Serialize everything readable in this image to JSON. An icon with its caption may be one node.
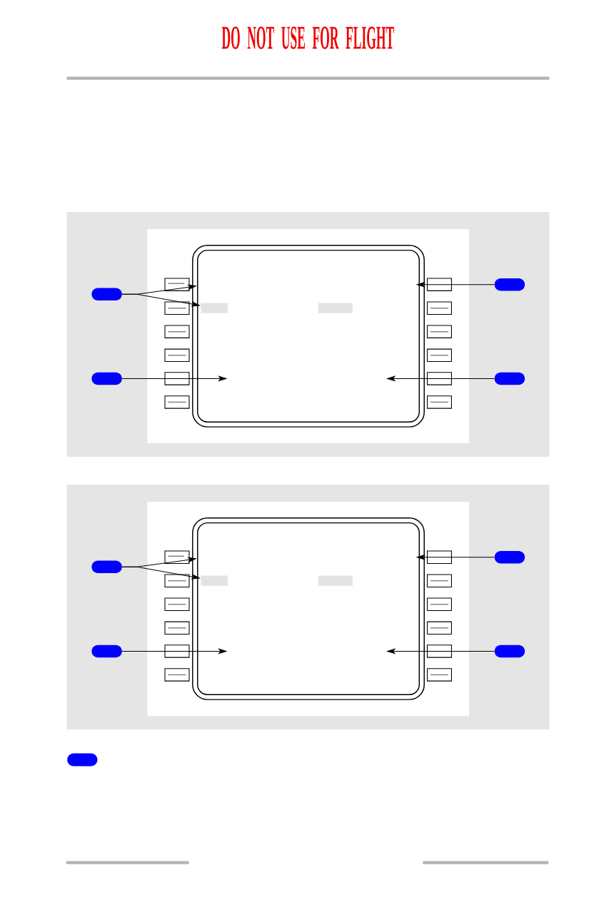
{
  "diagram": {
    "nodes": [
      {
        "text": [],
        "shape": "box"
      },
      {
        "text": [],
        "shape": "pill"
      },
      {
        "text": [],
        "shape": "pill"
      },
      {
        "text": [],
        "shape": "box",
        "in": 0
      },
      {
        "text": [],
        "shape": "pill"
      },
      {
        "text": [],
        "shape": "pill"
      },
      {
        "text": [],
        "shape": "box"
      },
      {
        "text": [],
        "shape": "pill"
      },
      {
        "text": [],
        "shape": "pill"
      },
      {
        "text": [],
        "shape": "box",
        "in": 6
      },
      {
        "text": [],
        "shape": "pill"
      },
      {
        "text": [],
        "shape": "pill"
      },
      {
        "text": [],
        "shape": "pill"
      }
    ],
    "edges": [
      {
        "from": 1,
        "to": 0,
        "arrow": "to"
      },
      {
        "from": 1,
        "to": 3,
        "arrow": "to"
      },
      {
        "from": 2,
        "to": 0,
        "arrow": "to"
      },
      {
        "from": 4,
        "to": 0,
        "arrow": "to"
      },
      {
        "from": 5,
        "to": 0,
        "arrow": "to"
      },
      {
        "from": 7,
        "to": 6,
        "arrow": "to"
      },
      {
        "from": 7,
        "to": 9,
        "arrow": "to"
      },
      {
        "from": 8,
        "to": 6,
        "arrow": "to"
      },
      {
        "from": 10,
        "to": 6,
        "arrow": "to"
      },
      {
        "from": 11,
        "to": 6,
        "arrow": "to"
      }
    ],
    "labels": [
      "DO NOT USE FOR FLIGHT"
    ]
  }
}
